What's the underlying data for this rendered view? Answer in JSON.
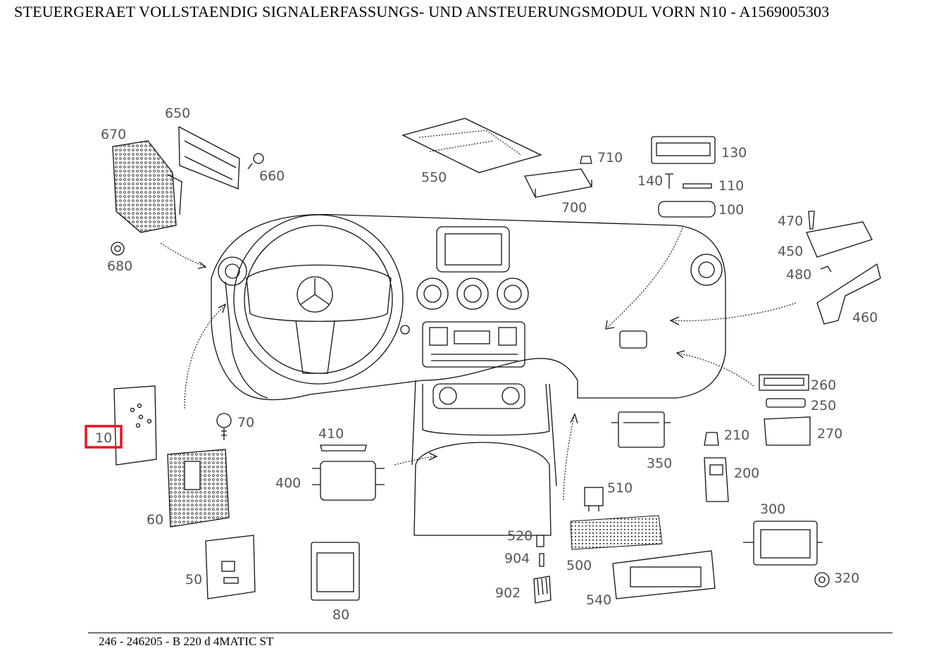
{
  "title": "STEUERGERAET VOLLSTAENDIG SIGNALERFASSUNGS- UND ANSTEUERUNGSMODUL VORN N10 - A1569005303",
  "footer": "246 - 246205 - B 220 d 4MATIC ST",
  "highlighted_part": "10",
  "highlight_color": "#e8141b",
  "parts": [
    "650",
    "670",
    "660",
    "680",
    "550",
    "710",
    "700",
    "130",
    "140",
    "110",
    "100",
    "470",
    "450",
    "480",
    "460",
    "260",
    "250",
    "270",
    "70",
    "10",
    "60",
    "50",
    "80",
    "410",
    "400",
    "210",
    "200",
    "350",
    "510",
    "520",
    "904",
    "902",
    "500",
    "540",
    "300",
    "320"
  ]
}
